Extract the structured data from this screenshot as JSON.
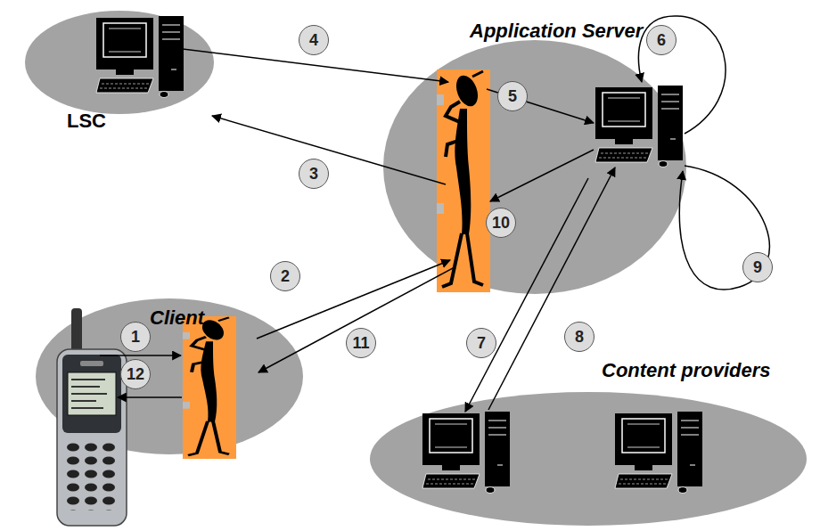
{
  "diagram": {
    "nodes": [
      {
        "text": [
          "LSC"
        ]
      },
      {
        "text": [
          "Application Server"
        ]
      },
      {
        "text": [
          "Client"
        ]
      },
      {
        "text": [
          "Content providers"
        ]
      }
    ],
    "edges": [
      {
        "from": 1,
        "to": 0,
        "arrow": "to"
      },
      {
        "from": 0,
        "to": 1,
        "arrow": "to"
      },
      {
        "from": 2,
        "to": 1,
        "arrow": "to"
      },
      {
        "from": 1,
        "to": 2,
        "arrow": "to"
      },
      {
        "from": 1,
        "to": 3,
        "arrow": "to"
      },
      {
        "from": 3,
        "to": 1,
        "arrow": "to"
      }
    ],
    "labels": [
      "1",
      "2",
      "3",
      "4",
      "5",
      "6",
      "7",
      "8",
      "9",
      "10",
      "11",
      "12"
    ]
  }
}
